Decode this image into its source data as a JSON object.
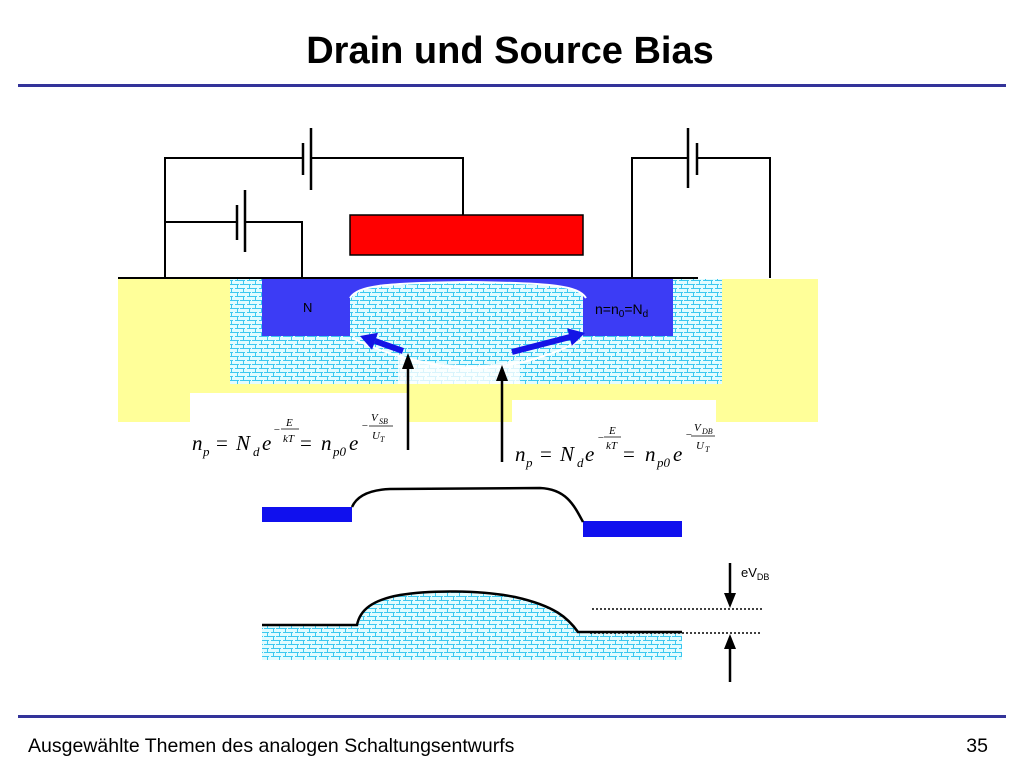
{
  "slide": {
    "title": "Drain und Source Bias",
    "footer_text": "Ausgewählte Themen des analogen Schaltungsentwurfs",
    "page_number": "35"
  },
  "colors": {
    "rule": "#333399",
    "gate": "#FF0000",
    "n_region": "#3C3CF5",
    "arrow_blue": "#1414E6",
    "band_blue": "#1010EE",
    "substrate": "#FFFF99",
    "pattern_bg": "#E2FCFF",
    "pattern_line": "#3CC8F0"
  },
  "labels": {
    "source_region": "N",
    "drain_region": {
      "base": "n=n",
      "sub1": "0",
      "mid": "=N",
      "sub2": "d"
    },
    "barrier_height": {
      "base": "eV",
      "sub": "DB"
    }
  },
  "equations": {
    "source": {
      "lhs": "n",
      "lhs_sub": "p",
      "eq1": "=",
      "coef": "N",
      "coef_sub": "d",
      "exp_base1": "e",
      "sign1": "−",
      "num1": "E",
      "den1": "kT",
      "eq2": "=",
      "rhs": "n",
      "rhs_sub": "p0",
      "exp_base2": "e",
      "sign2": "−",
      "num2": "V",
      "num2_sub": "SB",
      "den2": "U",
      "den2_sub": "T"
    },
    "drain": {
      "lhs": "n",
      "lhs_sub": "p",
      "eq1": "=",
      "coef": "N",
      "coef_sub": "d",
      "exp_base1": "e",
      "sign1": "−",
      "num1": "E",
      "den1": "kT",
      "eq2": "=",
      "rhs": "n",
      "rhs_sub": "p0",
      "exp_base2": "e",
      "sign2": "−",
      "num2": "V",
      "num2_sub": "DB",
      "den2": "U",
      "den2_sub": "T"
    }
  }
}
